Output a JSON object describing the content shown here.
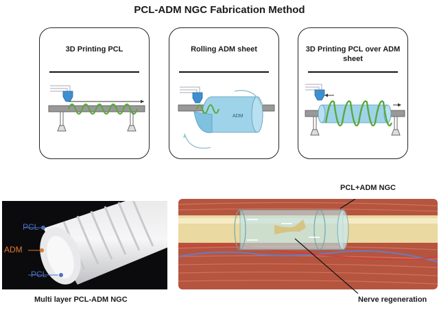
{
  "title": "PCL-ADM NGC Fabrication Method",
  "panels": [
    {
      "label": "3D Printing PCL"
    },
    {
      "label": "Rolling ADM sheet",
      "tube_label": "ADM"
    },
    {
      "label": "3D Printing PCL over ADM sheet"
    }
  ],
  "photo": {
    "labels": {
      "outer": "PCL",
      "middle": "ADM",
      "inner": "PCL"
    },
    "caption": "Multi layer PCL-ADM NGC"
  },
  "illustration": {
    "conduit_label": "PCL+ADM NGC",
    "regeneration_label": "Nerve regeneration"
  },
  "colors": {
    "pcl_label": "#4a6fc4",
    "adm_label": "#e07a30",
    "spring": "#5aa83c",
    "adm_tube": "#9fd3ea",
    "nozzle": "#3e8fd0",
    "muscle": "#b5553f",
    "nerve": "#ead9a0"
  }
}
